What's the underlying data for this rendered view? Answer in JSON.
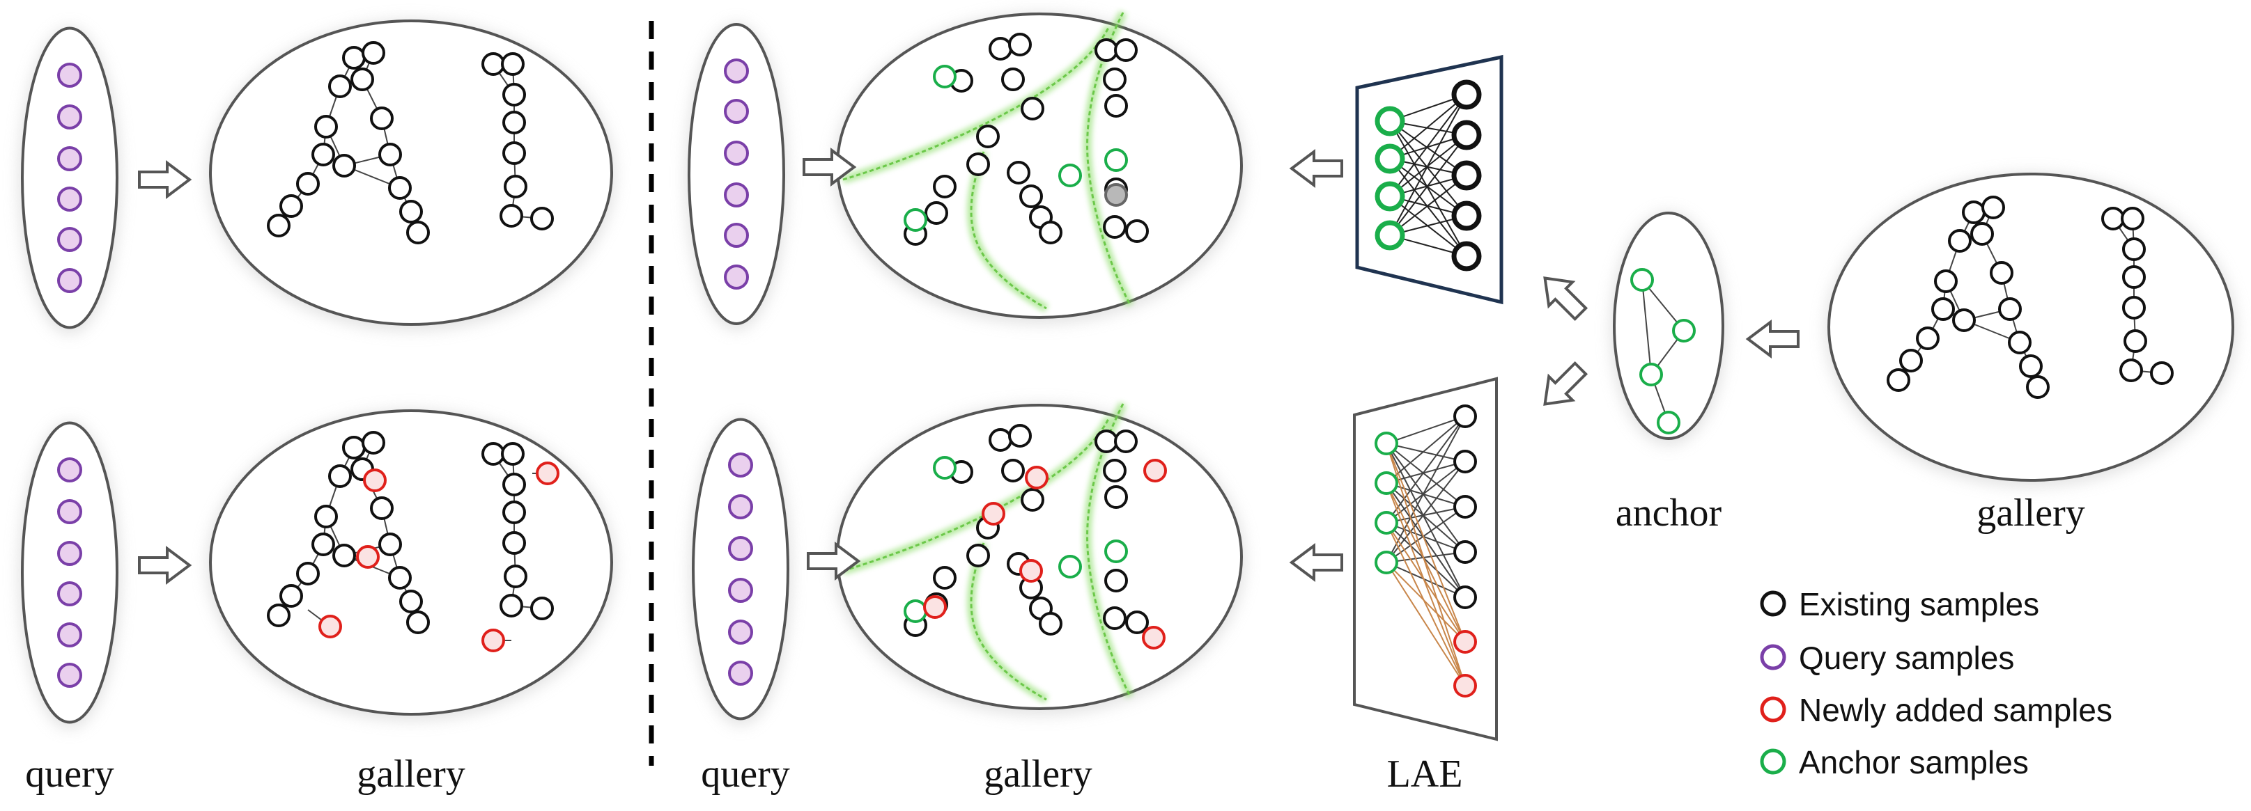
{
  "labels": {
    "query_1": "query",
    "gallery_1": "gallery",
    "query_2": "query",
    "gallery_2": "gallery",
    "lae": "LAE",
    "anchor": "anchor",
    "gallery_3": "gallery"
  },
  "legend": [
    {
      "label": "Existing samples",
      "color": "#111111"
    },
    {
      "label": "Query samples",
      "color": "#7a3fa8"
    },
    {
      "label": "Newly added samples",
      "color": "#e0201b"
    },
    {
      "label": "Anchor samples",
      "color": "#1aae4a"
    }
  ],
  "colors": {
    "existing": "#111111",
    "query_stroke": "#7a3fa8",
    "query_fill": "#ead0ee",
    "new": "#e0201b",
    "new_fill": "#fbe3e3",
    "anchor": "#1aae4a",
    "boundary": "#7ed957",
    "lae_frame": "#1f3350"
  }
}
